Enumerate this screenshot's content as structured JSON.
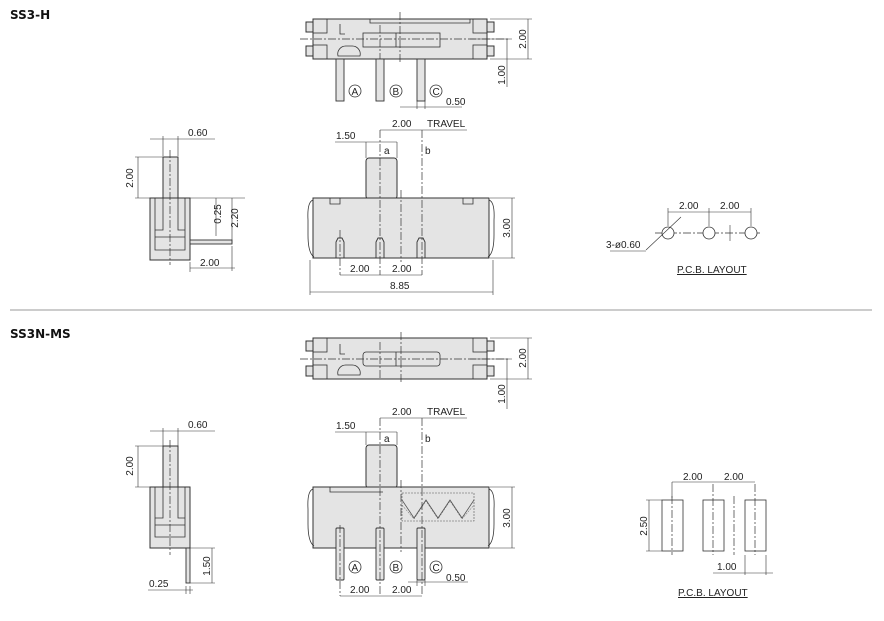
{
  "sections": [
    {
      "title": "SS3-H",
      "top_view": {
        "dim_height": "2.00",
        "dim_offset": "1.00",
        "dim_pin": "0.50",
        "pin_labels": [
          "A",
          "B",
          "C"
        ]
      },
      "front_view": {
        "dim_actuator": "1.50",
        "pos_a": "a",
        "pos_b": "b",
        "dim_travel": "2.00",
        "travel_label": "TRAVEL",
        "dim_height": "3.00",
        "dim_pitch_1": "2.00",
        "dim_pitch_2": "2.00",
        "dim_width": "8.85"
      },
      "side_view": {
        "dim_actuator_width": "0.60",
        "dim_actuator_height": "2.00",
        "dim_pin_thickness": "0.25",
        "dim_pin_height": "2.20",
        "dim_pin_length": "2.00"
      },
      "pcb_layout": {
        "label": "P.C.B. LAYOUT",
        "pitch_1": "2.00",
        "pitch_2": "2.00",
        "holes": "3-ø0.60"
      }
    },
    {
      "title": "SS3N-MS",
      "top_view": {
        "dim_height": "2.00",
        "dim_offset": "1.00"
      },
      "front_view": {
        "dim_actuator": "1.50",
        "pos_a": "a",
        "pos_b": "b",
        "dim_travel": "2.00",
        "travel_label": "TRAVEL",
        "dim_height": "3.00",
        "dim_pitch_1": "2.00",
        "dim_pitch_2": "2.00",
        "dim_pin": "0.50",
        "pin_labels": [
          "A",
          "B",
          "C"
        ]
      },
      "side_view": {
        "dim_actuator_width": "0.60",
        "dim_actuator_height": "2.00",
        "dim_pin_length": "1.50",
        "dim_pin_thickness": "0.25"
      },
      "pcb_layout": {
        "label": "P.C.B. LAYOUT",
        "pitch_1": "2.00",
        "pitch_2": "2.00",
        "pad_height": "2.50",
        "pad_width": "1.00"
      }
    }
  ]
}
